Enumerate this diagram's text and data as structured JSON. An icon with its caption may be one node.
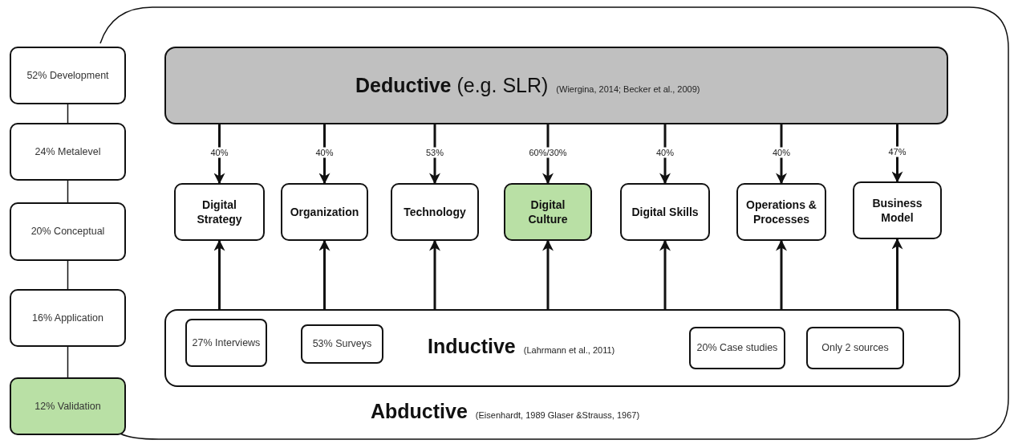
{
  "diagram": {
    "nodes": [
      {
        "text": [
          "Abductive",
          "(Eisenhardt, 1989 Glaser &Strauss, 1967)"
        ]
      },
      {
        "text": [
          "**Deductive** (e.g. SLR)",
          "(Wiergina, 2014; Becker et al., 2009)"
        ],
        "in": 0
      },
      {
        "text": [
          "Digital Strategy"
        ],
        "in": 0
      },
      {
        "text": [
          "Organization"
        ],
        "in": 0
      },
      {
        "text": [
          "Technology"
        ],
        "in": 0
      },
      {
        "text": [
          "Digital Culture"
        ],
        "in": 0
      },
      {
        "text": [
          "Digital Skills"
        ],
        "in": 0
      },
      {
        "text": [
          "Operations & Processes"
        ],
        "in": 0
      },
      {
        "text": [
          "Business Model"
        ],
        "in": 0
      },
      {
        "text": [
          "Inductive",
          "(Lahrmann et al., 2011)"
        ],
        "in": 0
      },
      {
        "text": [
          "27% Interviews"
        ],
        "in": 9
      },
      {
        "text": [
          "53% Surveys"
        ],
        "in": 9
      },
      {
        "text": [
          "20% Case studies"
        ],
        "in": 9
      },
      {
        "text": [
          "Only 2 sources"
        ],
        "in": 9
      },
      {
        "text": [
          "52% Development"
        ]
      },
      {
        "text": [
          "24% Metalevel"
        ]
      },
      {
        "text": [
          "20% Conceptual"
        ]
      },
      {
        "text": [
          "16% Application"
        ]
      },
      {
        "text": [
          "12% Validation"
        ]
      }
    ],
    "edges": [
      {
        "from": 1,
        "to": 2,
        "arrow": "to",
        "label": "40%"
      },
      {
        "from": 1,
        "to": 3,
        "arrow": "to",
        "label": "40%"
      },
      {
        "from": 1,
        "to": 4,
        "arrow": "to",
        "label": "53%"
      },
      {
        "from": 1,
        "to": 5,
        "arrow": "to",
        "label": "60%/30%"
      },
      {
        "from": 1,
        "to": 6,
        "arrow": "to",
        "label": "40%"
      },
      {
        "from": 1,
        "to": 7,
        "arrow": "to",
        "label": "40%"
      },
      {
        "from": 1,
        "to": 8,
        "arrow": "to",
        "label": "47%"
      },
      {
        "from": 9,
        "to": 2,
        "arrow": "to"
      },
      {
        "from": 9,
        "to": 3,
        "arrow": "to"
      },
      {
        "from": 9,
        "to": 4,
        "arrow": "to"
      },
      {
        "from": 9,
        "to": 5,
        "arrow": "to"
      },
      {
        "from": 9,
        "to": 6,
        "arrow": "to"
      },
      {
        "from": 9,
        "to": 7,
        "arrow": "to"
      },
      {
        "from": 9,
        "to": 8,
        "arrow": "to"
      },
      {
        "from": 14,
        "to": 15,
        "arrow": "none"
      },
      {
        "from": 15,
        "to": 16,
        "arrow": "none"
      },
      {
        "from": 16,
        "to": 17,
        "arrow": "none"
      },
      {
        "from": 17,
        "to": 18,
        "arrow": "none"
      }
    ]
  }
}
